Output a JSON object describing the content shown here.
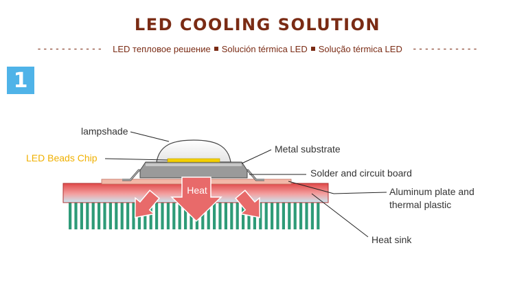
{
  "header": {
    "title": "LED COOLING SOLUTION",
    "dashes": "-----------",
    "subtitle_parts": [
      "LED тепловое решение",
      "Solución térmica LED",
      "Solução térmica LED"
    ]
  },
  "step": {
    "number": "1"
  },
  "labels": {
    "lampshade": "lampshade",
    "led_chip": "LED Beads Chip",
    "metal_substrate": "Metal substrate",
    "solder": "Solder and circuit board",
    "aluminum_line1": "Aluminum plate and",
    "aluminum_line2": "thermal plastic",
    "heat_sink": "Heat sink",
    "heat": "Heat"
  },
  "colors": {
    "title": "#7a2b14",
    "badge": "#4fb3e8",
    "chip_label": "#f0b000",
    "fins": "#2e9b78",
    "plate": "#e45555",
    "arrow": "#e86a6a"
  }
}
